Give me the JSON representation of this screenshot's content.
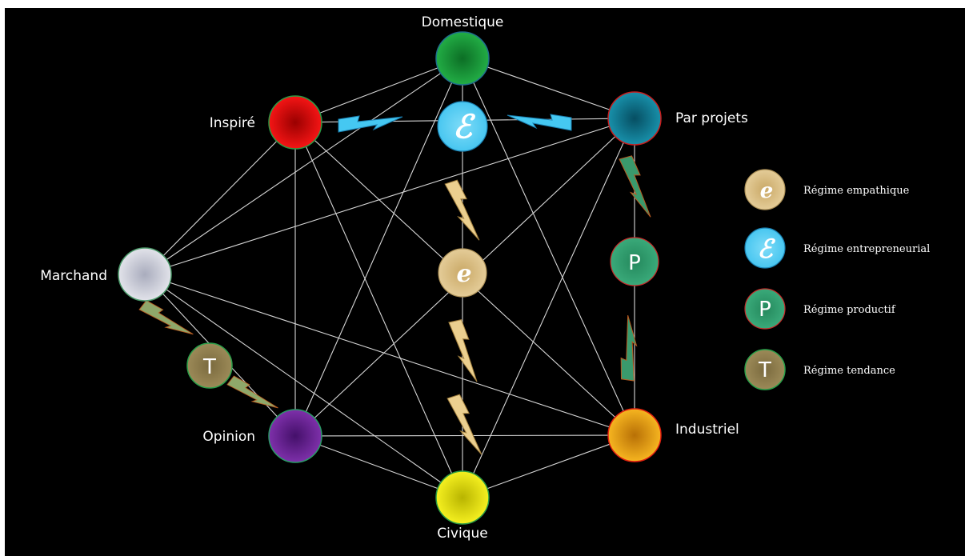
{
  "nodes": {
    "domestique": {
      "label": "Domestique",
      "color": "#1a9a3a"
    },
    "inspire": {
      "label": "Inspiré",
      "color": "#e01010"
    },
    "par_projets": {
      "label": "Par projets",
      "color": "#0f7a92"
    },
    "marchand": {
      "label": "Marchand",
      "color": "#c9cbd6"
    },
    "opinion": {
      "label": "Opinion",
      "color": "#6a2296"
    },
    "industriel": {
      "label": "Industriel",
      "color": "#eaa40e"
    },
    "civique": {
      "label": "Civique",
      "color": "#e6e010"
    }
  },
  "regimes": {
    "entrepreneurial_symbol": "ℰ",
    "empathique_symbol": "e",
    "productif_symbol": "P",
    "tendance_symbol": "T"
  },
  "legend": [
    {
      "symbol": "e",
      "label": "Régime empathique",
      "color": "#d8bd84"
    },
    {
      "symbol": "ℰ",
      "label": "Régime entrepreneurial",
      "color": "#5ecff4"
    },
    {
      "symbol": "P",
      "label": "Régime productif",
      "color": "#2e9a6c"
    },
    {
      "symbol": "T",
      "label": "Régime tendance",
      "color": "#8e7b4c"
    }
  ]
}
